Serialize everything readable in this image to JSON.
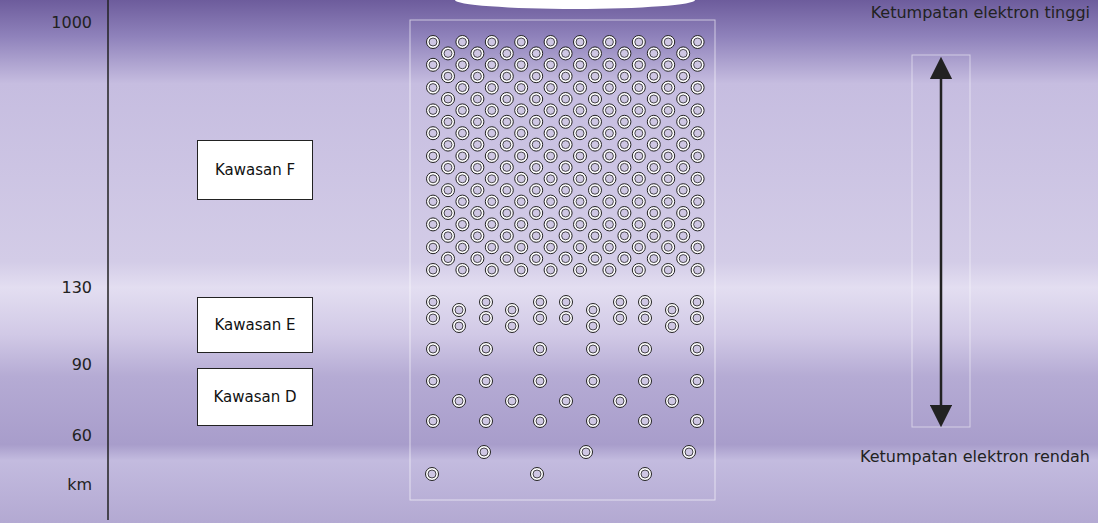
{
  "diagram": {
    "nodes": [
      {
        "text": [
          "Kawasan F"
        ]
      },
      {
        "text": [
          "Kawasan E"
        ]
      },
      {
        "text": [
          "Kawasan D"
        ]
      }
    ],
    "labels": [
      "1000",
      "130",
      "90",
      "60",
      "km",
      "Ketumpatan elektron tinggi",
      "Ketumpatan elektron rendah"
    ]
  }
}
